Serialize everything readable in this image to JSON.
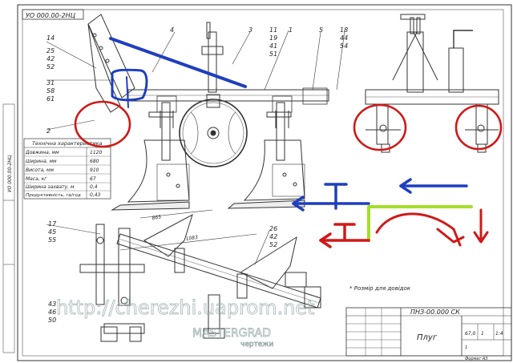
{
  "doc_code_top": "УО 000.00-2НЦ",
  "side_strip": "УО 000.00-2НЦ",
  "callouts": [
    "14",
    "25",
    "42",
    "52",
    "31",
    "58",
    "61",
    "2",
    "4",
    "3",
    "11",
    "19",
    "41",
    "51",
    "1",
    "5",
    "18",
    "44",
    "54",
    "17",
    "45",
    "55",
    "26",
    "42",
    "52",
    "43",
    "46",
    "50"
  ],
  "spec_table": {
    "title": "Технічна характеристика",
    "rows": [
      {
        "label": "Довжина, мм",
        "value": "1120"
      },
      {
        "label": "Ширина, мм",
        "value": "680"
      },
      {
        "label": "Висота, мм",
        "value": "910"
      },
      {
        "label": "Маса, кг",
        "value": "67"
      },
      {
        "label": "Ширина захвату, м",
        "value": "0,4"
      },
      {
        "label": "Продуктивність, га/год",
        "value": "0,43"
      }
    ]
  },
  "dims": {
    "upper": "865",
    "lower": "1083"
  },
  "note": "* Розмір для довідок",
  "title_block": {
    "code": "ПНЗ-00.000 СК",
    "name": "Плуг",
    "scale": "1:4",
    "mass": "67,0",
    "sheet": "1",
    "sheets": "1",
    "format": "Формат A3"
  },
  "watermark_url": "http://cherezhi.uaprom.net",
  "watermark_brand": "MASTERGRAD",
  "watermark_sub": "чертежи",
  "annotation_letters": [
    "T",
    "T"
  ],
  "colors": {
    "blue": "#1f3fbf",
    "red": "#d01818",
    "green": "#a4de2a",
    "line": "#333333"
  }
}
